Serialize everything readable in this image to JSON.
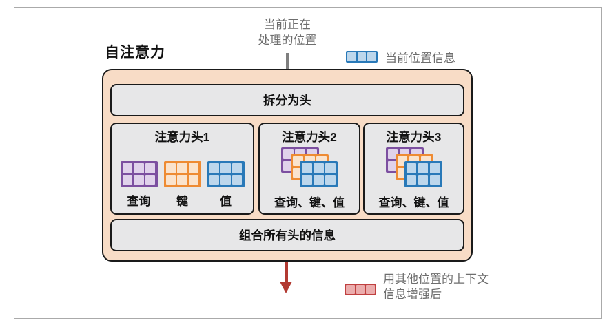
{
  "title": "自注意力",
  "top_annotation": {
    "line1": "当前正在",
    "line2": "处理的位置"
  },
  "legend_current": {
    "label": "当前位置信息"
  },
  "legend_enhanced": {
    "line1": "用其他位置的上下文",
    "line2": "信息增强后"
  },
  "split_box": {
    "label": "拆分为头"
  },
  "combine_box": {
    "label": "组合所有头的信息"
  },
  "heads": [
    {
      "title": "注意力头1",
      "grids": [
        {
          "name": "query",
          "label": "查询"
        },
        {
          "name": "key",
          "label": "键"
        },
        {
          "name": "value",
          "label": "值"
        }
      ]
    },
    {
      "title": "注意力头2",
      "label": "查询、键、值"
    },
    {
      "title": "注意力头3",
      "label": "查询、键、值"
    }
  ],
  "colors": {
    "peach_bg": "#f8dcc6",
    "box_bg": "#e7e7e8",
    "box_border": "#1a1a1a",
    "purple_border": "#7c4fa0",
    "purple_fill": "#e0d2eb",
    "orange_border": "#ee8b33",
    "orange_fill": "#fae3cd",
    "blue_border": "#2979b8",
    "blue_fill": "#bdd7ec",
    "red_border": "#c04040",
    "red_fill": "#ebadad",
    "red_arrow": "#b23a32",
    "gray_arrow": "#7f7f7f",
    "annotation_text": "#6e6e6e",
    "frame_border": "#aaaaaa"
  }
}
